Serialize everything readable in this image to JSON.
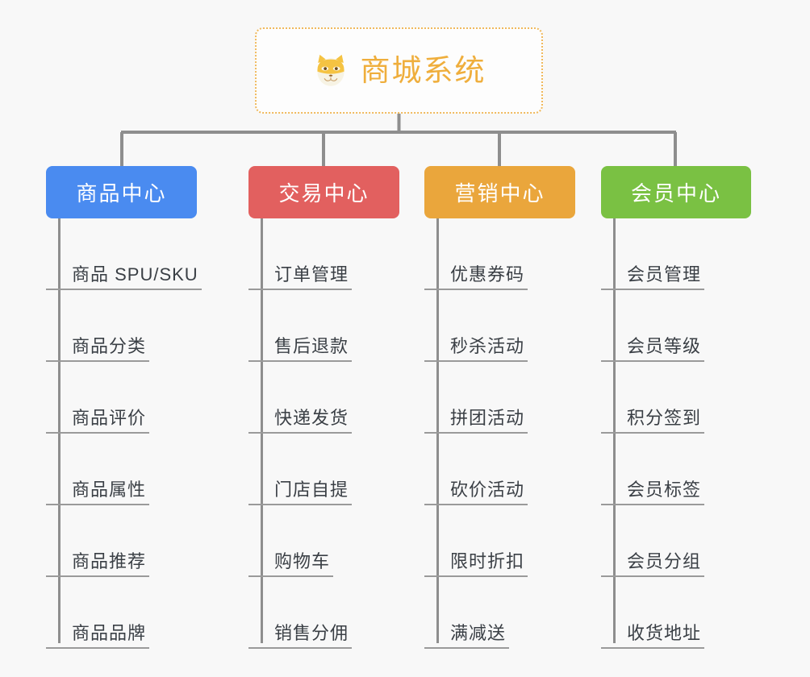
{
  "root": {
    "title": "商城系统",
    "icon": "shiba-dog-icon",
    "border_color": "#f0b95c",
    "text_color": "#efae3c"
  },
  "colors": {
    "background": "#f8f8f8",
    "connector": "#8e8e8e",
    "leaf_text": "#3a3f45",
    "leaf_underline": "#9a9a9a"
  },
  "columns": [
    {
      "label": "商品中心",
      "color": "#4a8bf0",
      "items": [
        "商品 SPU/SKU",
        "商品分类",
        "商品评价",
        "商品属性",
        "商品推荐",
        "商品品牌"
      ]
    },
    {
      "label": "交易中心",
      "color": "#e2605f",
      "items": [
        "订单管理",
        "售后退款",
        "快递发货",
        "门店自提",
        "购物车",
        "销售分佣"
      ]
    },
    {
      "label": "营销中心",
      "color": "#eaa63c",
      "items": [
        "优惠券码",
        "秒杀活动",
        "拼团活动",
        "砍价活动",
        "限时折扣",
        "满减送"
      ]
    },
    {
      "label": "会员中心",
      "color": "#7ac143",
      "items": [
        "会员管理",
        "会员等级",
        "积分签到",
        "会员标签",
        "会员分组",
        "收货地址"
      ]
    }
  ]
}
